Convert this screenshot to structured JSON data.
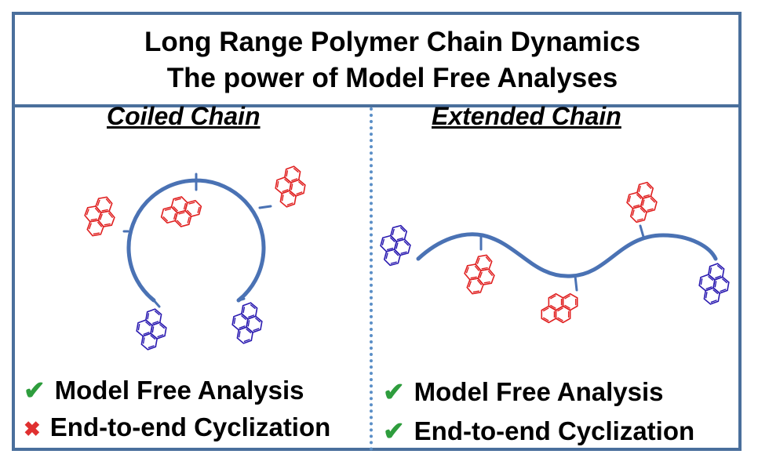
{
  "header": {
    "line1": "Long Range Polymer Chain Dynamics",
    "line2": "The power of Model Free Analyses"
  },
  "left_panel": {
    "heading": "Coiled Chain",
    "items": [
      {
        "mark": "✔",
        "status": "yes",
        "label": "Model Free Analysis"
      },
      {
        "mark": "✖",
        "status": "no",
        "label": "End-to-end Cyclization"
      }
    ]
  },
  "right_panel": {
    "heading": "Extended Chain",
    "items": [
      {
        "mark": "✔",
        "status": "yes",
        "label": "Model Free Analysis"
      },
      {
        "mark": "✔",
        "status": "yes",
        "label": "End-to-end Cyclization"
      }
    ]
  },
  "colors": {
    "frame": "#4a6f9c",
    "chain": "#4a72b4",
    "pyrene_internal": "#e02020",
    "pyrene_terminal": "#2a1ab0",
    "check": "#2e9d3d",
    "cross": "#e03030"
  }
}
